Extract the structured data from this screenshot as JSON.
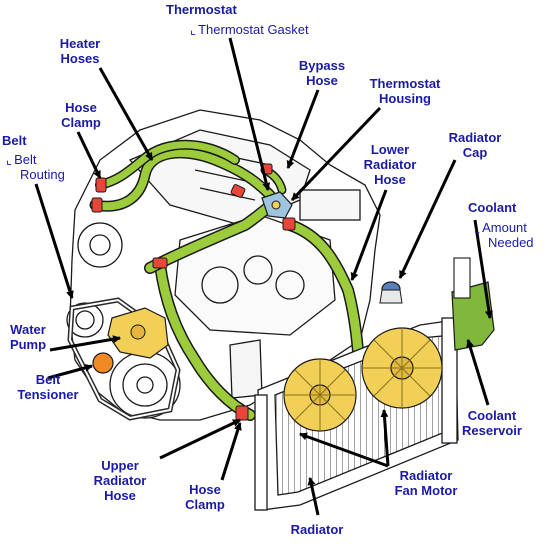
{
  "colors": {
    "label": "#1a1aa6",
    "hose": "#9ccc3c",
    "hose_dark": "#5f8a1e",
    "clamp": "#e8463a",
    "part_yellow": "#f2cf57",
    "part_orange": "#f08a22",
    "reservoir": "#7fb83a",
    "cap": "#5b7fb8",
    "outline": "#1a1a1a",
    "arrow": "#000000"
  },
  "labels": {
    "thermostat": "Thermostat",
    "thermostat_gasket": "Thermostat Gasket",
    "heater_hoses": [
      "Heater",
      "Hoses"
    ],
    "bypass_hose": [
      "Bypass",
      "Hose"
    ],
    "thermostat_housing": [
      "Thermostat",
      "Housing"
    ],
    "hose_clamp_top": [
      "Hose",
      "Clamp"
    ],
    "belt": "Belt",
    "belt_routing": [
      "Belt",
      "Routing"
    ],
    "lower_radiator_hose": [
      "Lower",
      "Radiator",
      "Hose"
    ],
    "radiator_cap": [
      "Radiator",
      "Cap"
    ],
    "coolant": "Coolant",
    "amount_needed": [
      "Amount",
      "Needed"
    ],
    "water_pump": [
      "Water",
      "Pump"
    ],
    "belt_tensioner": [
      "Belt",
      "Tensioner"
    ],
    "coolant_reservoir": [
      "Coolant",
      "Reservoir"
    ],
    "upper_radiator_hose": [
      "Upper",
      "Radiator",
      "Hose"
    ],
    "hose_clamp_bottom": [
      "Hose",
      "Clamp"
    ],
    "radiator_fan_motor": [
      "Radiator",
      "Fan Motor"
    ],
    "radiator": "Radiator"
  }
}
